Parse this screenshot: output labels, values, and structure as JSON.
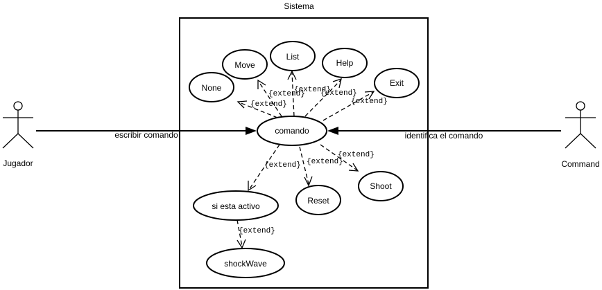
{
  "system": {
    "title": "Sistema"
  },
  "actors": {
    "left": {
      "name": "Jugador"
    },
    "right": {
      "name": "Command"
    }
  },
  "associations": {
    "left_label": "escribir comando",
    "right_label": "identifica el comando"
  },
  "use_cases": {
    "comando": "comando",
    "none": "None",
    "move": "Move",
    "list": "List",
    "help": "Help",
    "exit": "Exit",
    "shoot": "Shoot",
    "reset": "Reset",
    "si_esta_activo": "si esta activo",
    "shockwave": "shockWave"
  },
  "stereotype": "{extend}"
}
